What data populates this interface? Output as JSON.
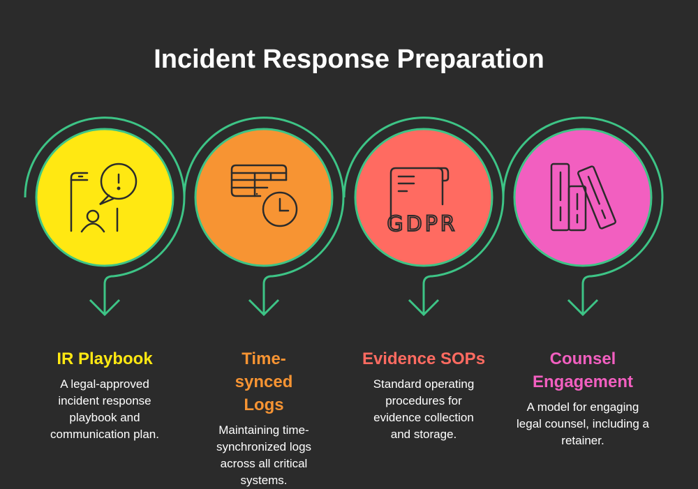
{
  "title": "Incident Response Preparation",
  "colors": {
    "ring": "#3dc486",
    "background": "#2b2b2b",
    "icon_stroke": "#2b2b2b"
  },
  "steps": [
    {
      "heading": "IR Playbook",
      "description": "A legal-approved incident response playbook and communication plan.",
      "color": "#ffe812",
      "icon": "phone-alert-person-icon"
    },
    {
      "heading": "Time-synced Logs",
      "description": "Maintaining time-synchronized logs across all critical systems.",
      "color": "#f79433",
      "icon": "table-clock-icon"
    },
    {
      "heading": "Evidence SOPs",
      "description": "Standard operating procedures for evidence collection and storage.",
      "color": "#ff6b61",
      "icon": "gdpr-document-icon",
      "icon_text": "GDPR"
    },
    {
      "heading": "Counsel Engagement",
      "description": "A model for engaging legal counsel, including a retainer.",
      "color": "#f25fc0",
      "icon": "books-icon"
    }
  ]
}
